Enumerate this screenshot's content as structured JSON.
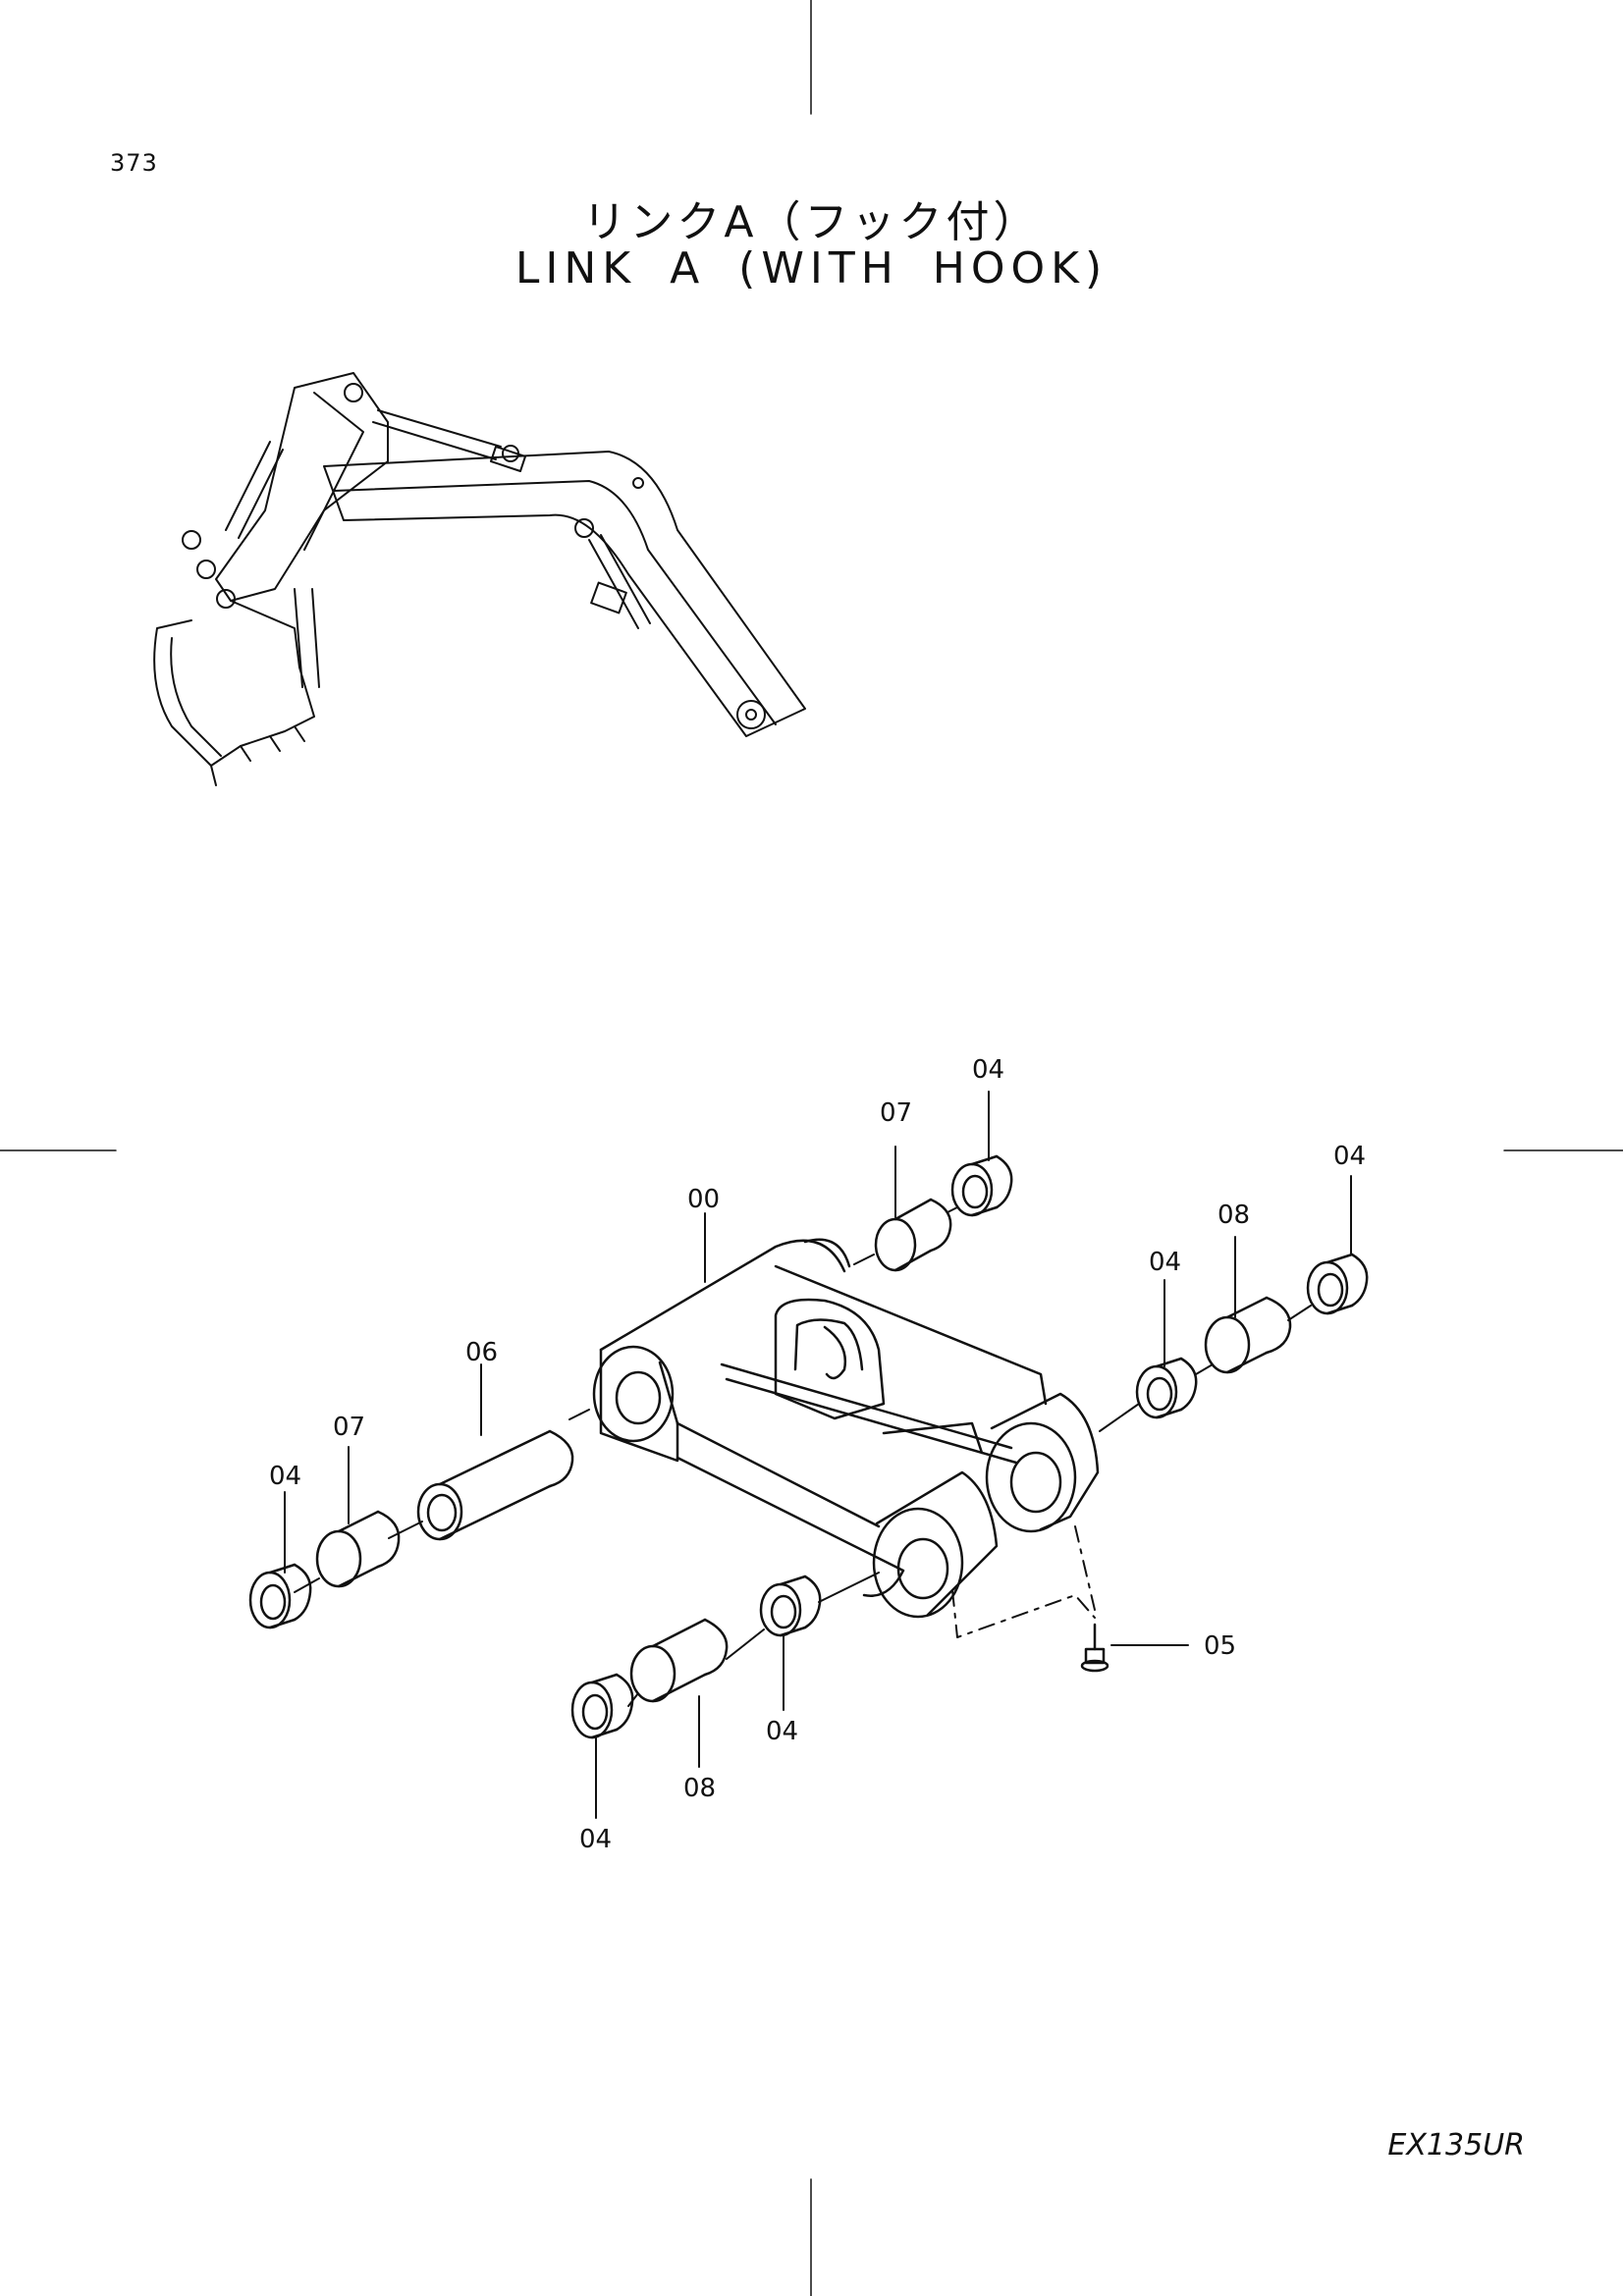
{
  "page_number": "373",
  "title_jp": "リンクA（フック付）",
  "title_en": "LINK A (WITH HOOK)",
  "model": "EX135UR",
  "callouts": [
    {
      "id": "00",
      "label": "00"
    },
    {
      "id": "04a",
      "label": "04"
    },
    {
      "id": "07a",
      "label": "07"
    },
    {
      "id": "04b",
      "label": "04"
    },
    {
      "id": "08a",
      "label": "08"
    },
    {
      "id": "04c",
      "label": "04"
    },
    {
      "id": "06",
      "label": "06"
    },
    {
      "id": "07b",
      "label": "07"
    },
    {
      "id": "04d",
      "label": "04"
    },
    {
      "id": "05",
      "label": "05"
    },
    {
      "id": "04e",
      "label": "04"
    },
    {
      "id": "08b",
      "label": "08"
    },
    {
      "id": "04f",
      "label": "04"
    }
  ]
}
